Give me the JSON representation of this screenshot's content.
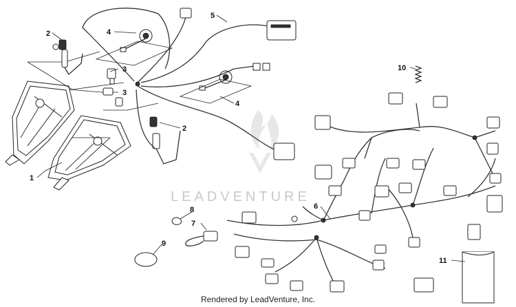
{
  "diagram": {
    "callouts": [
      "1",
      "2",
      "2",
      "3",
      "3",
      "4",
      "4",
      "5",
      "6",
      "7",
      "8",
      "9",
      "10",
      "11"
    ],
    "watermark": "LEADVENTURE",
    "footer": "Rendered by LeadVenture, Inc."
  }
}
